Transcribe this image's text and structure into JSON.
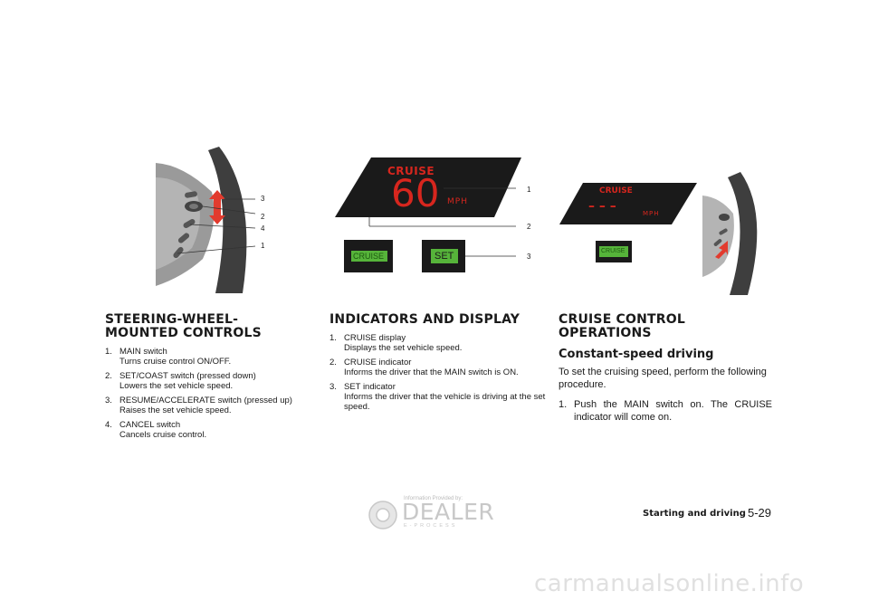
{
  "figure1": {
    "callouts": [
      "3",
      "2",
      "4",
      "1"
    ]
  },
  "figure2": {
    "display_label": "CRUISE",
    "speed_value": "60",
    "speed_unit": "MPH",
    "cruise_indicator": "CRUISE",
    "set_indicator": "SET",
    "callouts": [
      "1",
      "2",
      "3"
    ]
  },
  "figure3": {
    "display_label": "CRUISE",
    "speed_value": "– – –",
    "speed_unit": "MPH",
    "cruise_indicator": "CRUISE"
  },
  "col1": {
    "heading": "STEERING-WHEEL-MOUNTED CONTROLS",
    "items": [
      {
        "num": "1.",
        "title": "MAIN switch",
        "desc": "Turns cruise control ON/OFF."
      },
      {
        "num": "2.",
        "title": "SET/COAST switch (pressed down)",
        "desc": "Lowers the set vehicle speed."
      },
      {
        "num": "3.",
        "title": "RESUME/ACCELERATE switch (pressed up)",
        "desc": "Raises the set vehicle speed."
      },
      {
        "num": "4.",
        "title": "CANCEL switch",
        "desc": "Cancels cruise control."
      }
    ]
  },
  "col2": {
    "heading": "INDICATORS AND DISPLAY",
    "items": [
      {
        "num": "1.",
        "title": "CRUISE display",
        "desc": "Displays the set vehicle speed."
      },
      {
        "num": "2.",
        "title": "CRUISE indicator",
        "desc": "Informs the driver that the MAIN switch is ON."
      },
      {
        "num": "3.",
        "title": "SET indicator",
        "desc": "Informs the driver that the vehicle is driving at the set speed."
      }
    ]
  },
  "col3": {
    "heading": "CRUISE CONTROL OPERATIONS",
    "subheading": "Constant-speed driving",
    "intro": "To set the cruising speed, perform the following procedure.",
    "steps": [
      {
        "num": "1.",
        "text": "Push the MAIN switch on. The CRUISE indicator will come on."
      }
    ]
  },
  "footer": {
    "section": "Starting and driving",
    "page": "5-29"
  },
  "watermark": {
    "provided_by": "Information Provided by:",
    "brand": "DEALER",
    "tagline": "E-PROCESS",
    "site": "carmanualsonline.info"
  },
  "colors": {
    "display_red": "#d7261e",
    "indicator_green": "#56b43a",
    "dark_panel": "#1a1a1a",
    "arrow_red": "#e23b2e"
  }
}
